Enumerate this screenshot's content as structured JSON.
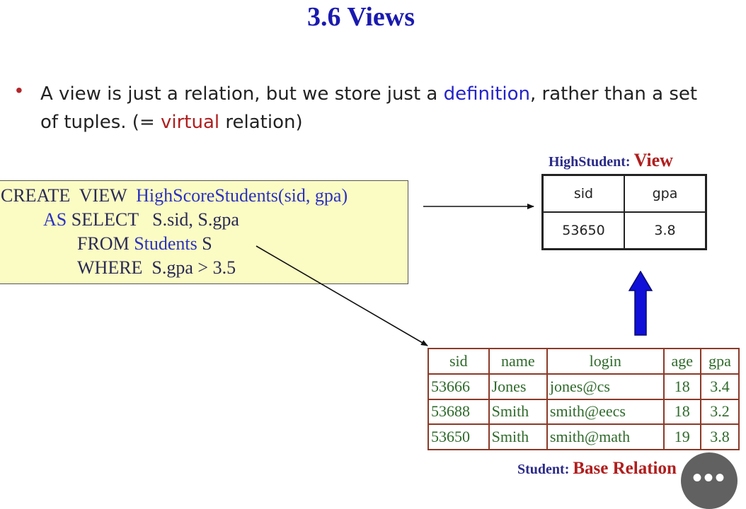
{
  "slide": {
    "title": "3.6 Views",
    "bullet": {
      "marker": "•",
      "part1": "A view is just a relation, but we store just a ",
      "definition": "definition",
      "part2": ", rather than a set of tuples. (= ",
      "virtual": "virtual",
      "part3": " relation)"
    }
  },
  "sql": {
    "line1_kw": "CREATE  VIEW  ",
    "line1_name": "HighScoreStudents(sid, gpa)",
    "line2_as": "AS",
    "line2_rest": " SELECT   S.sid, S.gpa",
    "line3_kw": "FROM ",
    "line3_tbl": "Students",
    "line3_alias": " S",
    "line4": "WHERE  S.gpa > 3.5"
  },
  "view_table": {
    "label_name": "HighStudent: ",
    "label_type": "View",
    "headers": [
      "sid",
      "gpa"
    ],
    "row": [
      "53650",
      "3.8"
    ]
  },
  "base_table": {
    "label_name": "Student: ",
    "label_type": "Base Relation",
    "headers": [
      "sid",
      "name",
      "login",
      "age",
      "gpa"
    ],
    "rows": [
      [
        "53666",
        "Jones",
        "jones@cs",
        "18",
        "3.4"
      ],
      [
        "53688",
        "Smith",
        "smith@eecs",
        "18",
        "3.2"
      ],
      [
        "53650",
        "Smith",
        "smith@math",
        "19",
        "3.8"
      ]
    ]
  },
  "menu_button": {
    "icon": "more-horizontal-icon",
    "glyph": "•••"
  },
  "colors": {
    "title": "#1a1ab0",
    "accent_blue": "#2323c8",
    "accent_red": "#b01e1e",
    "sql_box_bg": "#fbfbc4",
    "table_text_green": "#2e6a2a",
    "table_border_brown": "#8b3a28",
    "arrow_blue": "#1010d8"
  }
}
